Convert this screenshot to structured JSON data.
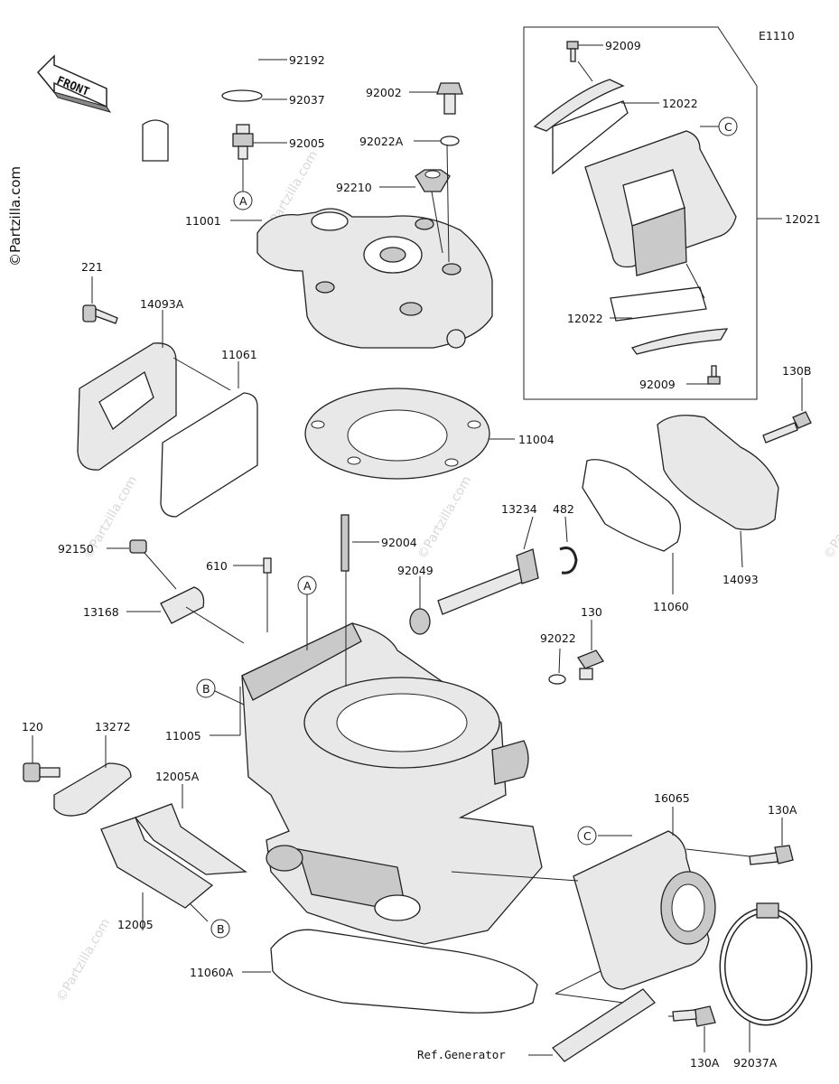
{
  "diagram_code": "E1110",
  "front_label": "FRONT",
  "brand_watermark": "©Partzilla.com",
  "callouts": {
    "p92192": "92192",
    "p92037": "92037",
    "p92005": "92005",
    "p92002": "92002",
    "p92022A": "92022A",
    "p92210": "92210",
    "p11001": "11001",
    "p221": "221",
    "p14093A": "14093A",
    "p11061": "11061",
    "p11004": "11004",
    "p92009_top": "92009",
    "p12022_top": "12022",
    "p12021": "12021",
    "p12022_bot": "12022",
    "p92009_bot": "92009",
    "p130B": "130B",
    "p14093": "14093",
    "p11060": "11060",
    "p482": "482",
    "p13234": "13234",
    "p92004": "92004",
    "p92049": "92049",
    "p92150": "92150",
    "p610": "610",
    "p13168": "13168",
    "p130": "130",
    "p92022": "92022",
    "p11005": "11005",
    "p120": "120",
    "p13272": "13272",
    "p12005A": "12005A",
    "p12005": "12005",
    "p16065": "16065",
    "p130A_top": "130A",
    "p11060A": "11060A",
    "p130A_bot": "130A",
    "p92037A": "92037A",
    "ref_generator": "Ref.Generator"
  },
  "ref_markers": {
    "A1": "A",
    "A2": "A",
    "B1": "B",
    "B2": "B",
    "C1": "C",
    "C2": "C"
  }
}
